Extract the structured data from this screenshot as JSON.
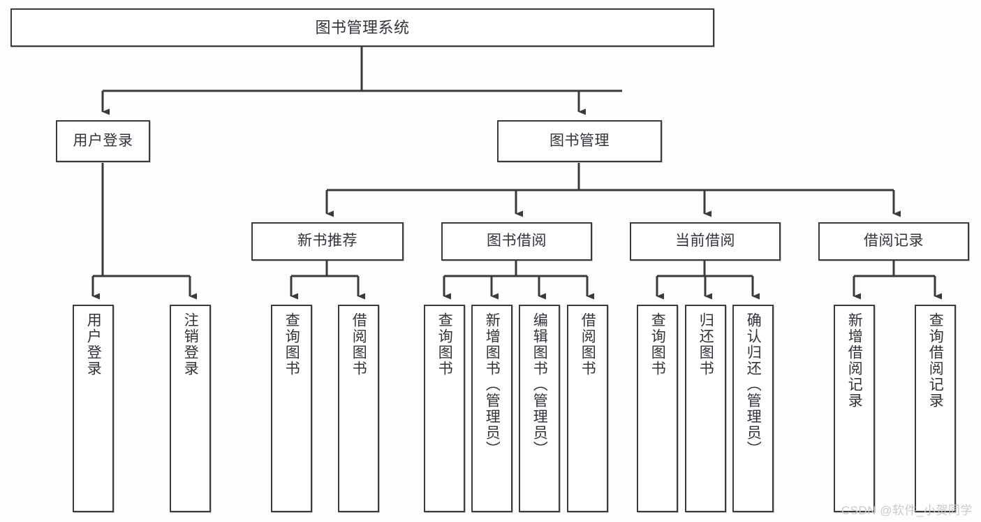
{
  "diagram": {
    "title": "图书管理系统",
    "type": "tree-hierarchy",
    "watermark": "CSDN @软件_小贺同学",
    "colors": {
      "background": "#fefefe",
      "box_border": "#3b3b3b",
      "box_fill": "#ffffff",
      "connector": "#3a3a3a",
      "text": "#30343a",
      "watermark": "#c9c9c9"
    },
    "root": {
      "label": "图书管理系统"
    },
    "level2": [
      {
        "label": "用户登录"
      },
      {
        "label": "图书管理"
      }
    ],
    "level3": [
      {
        "label": "新书推荐"
      },
      {
        "label": "图书借阅"
      },
      {
        "label": "当前借阅"
      },
      {
        "label": "借阅记录"
      }
    ],
    "leaves": [
      {
        "label": "用户登录",
        "parent": "用户登录"
      },
      {
        "label": "注销登录",
        "parent": "用户登录"
      },
      {
        "label": "查询图书",
        "parent": "新书推荐"
      },
      {
        "label": "借阅图书",
        "parent": "新书推荐"
      },
      {
        "label": "查询图书",
        "parent": "图书借阅"
      },
      {
        "label": "新增图书（管理员）",
        "parent": "图书借阅"
      },
      {
        "label": "编辑图书（管理员）",
        "parent": "图书借阅"
      },
      {
        "label": "借阅图书",
        "parent": "图书借阅"
      },
      {
        "label": "查询图书",
        "parent": "当前借阅"
      },
      {
        "label": "归还图书",
        "parent": "当前借阅"
      },
      {
        "label": "确认归还（管理员）",
        "parent": "当前借阅"
      },
      {
        "label": "新增借阅记录",
        "parent": "借阅记录"
      },
      {
        "label": "查询借阅记录",
        "parent": "借阅记录"
      }
    ]
  }
}
